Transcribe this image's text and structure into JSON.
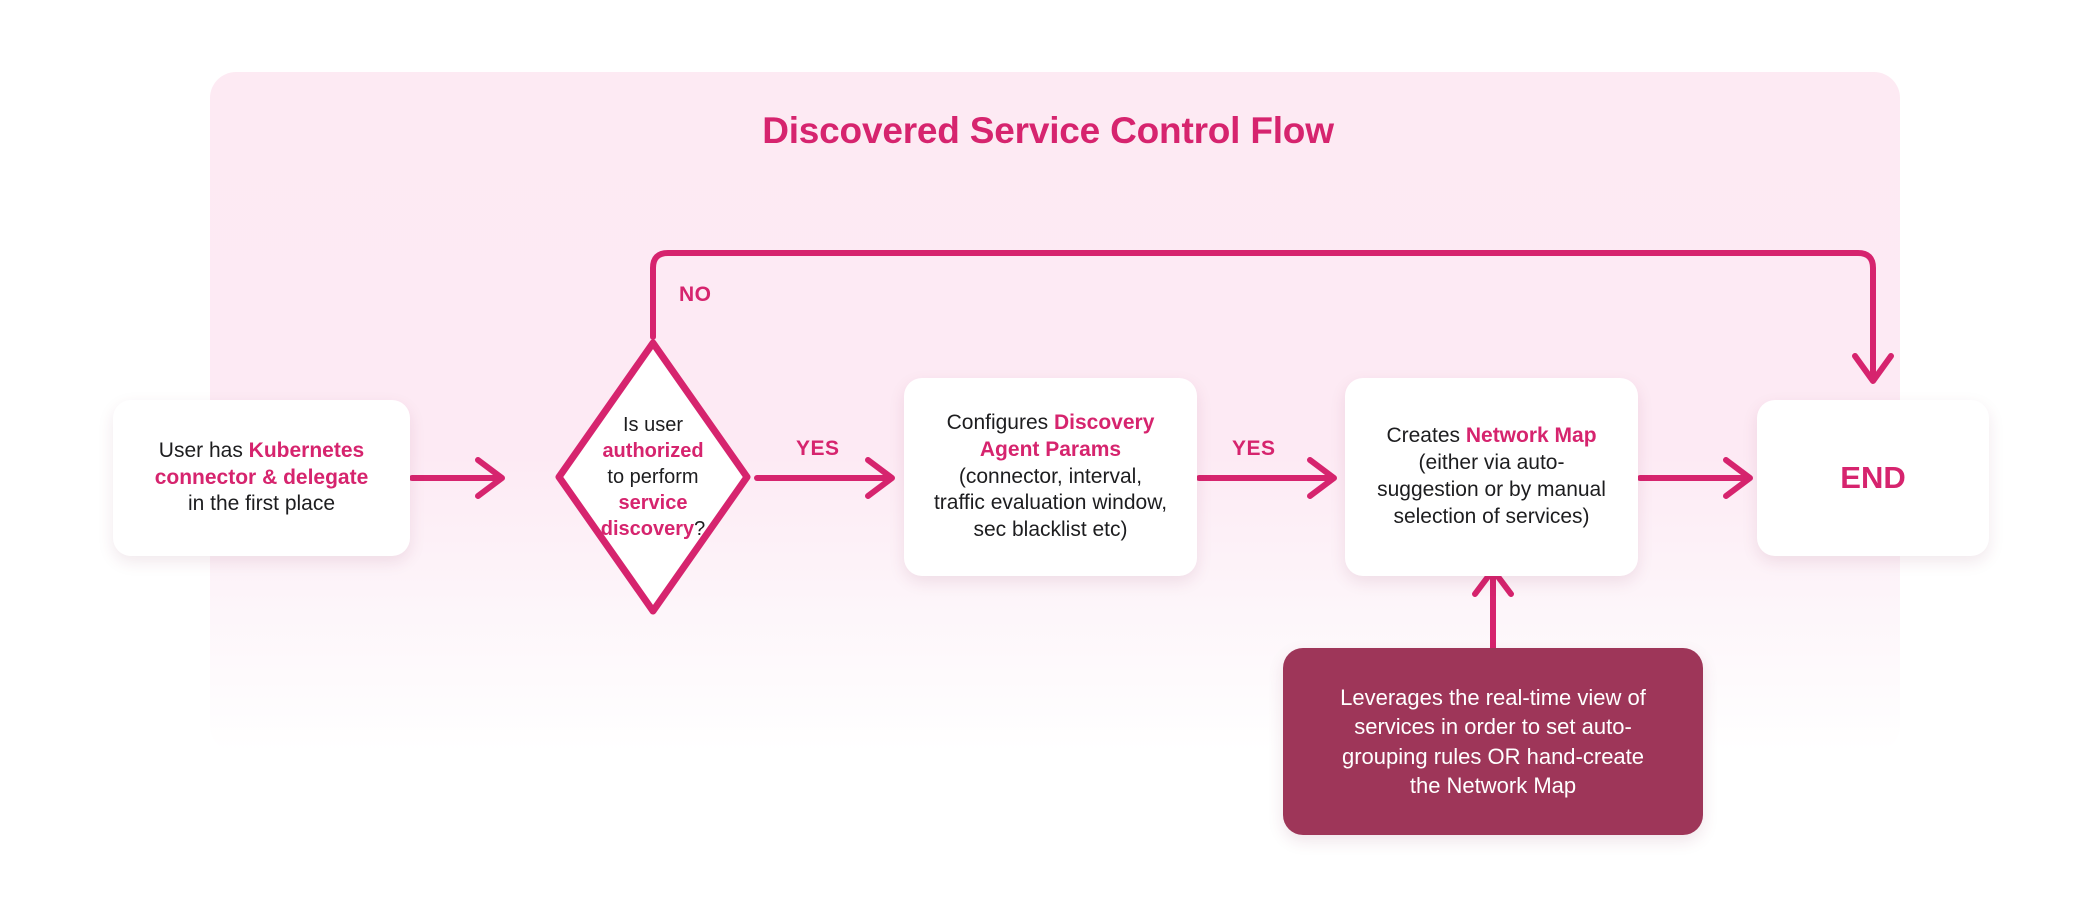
{
  "diagram": {
    "title": "Discovered Service Control Flow",
    "accent_color": "#d6246e",
    "panel_color": "#fdeaf3",
    "note_color": "#9e3659",
    "text_color": "#1d1d1f"
  },
  "nodes": {
    "start": {
      "shape": "rounded-rect",
      "lines": [
        [
          {
            "t": "User has ",
            "hl": false
          },
          {
            "t": "Kubernetes",
            "hl": true
          }
        ],
        [
          {
            "t": "connector & delegate",
            "hl": true
          }
        ],
        [
          {
            "t": "in the first place",
            "hl": false
          }
        ]
      ]
    },
    "decision": {
      "shape": "diamond",
      "lines": [
        [
          {
            "t": "Is user",
            "hl": false
          }
        ],
        [
          {
            "t": "authorized",
            "hl": true
          }
        ],
        [
          {
            "t": "to perform",
            "hl": false
          }
        ],
        [
          {
            "t": "service discovery",
            "hl": true
          },
          {
            "t": "?",
            "hl": false
          }
        ]
      ]
    },
    "config": {
      "shape": "rounded-rect",
      "lines": [
        [
          {
            "t": "Configures ",
            "hl": false
          },
          {
            "t": "Discovery",
            "hl": true
          }
        ],
        [
          {
            "t": "Agent Params",
            "hl": true
          }
        ],
        [
          {
            "t": "(connector, interval,",
            "hl": false
          }
        ],
        [
          {
            "t": "traffic evaluation window,",
            "hl": false
          }
        ],
        [
          {
            "t": "sec blacklist etc)",
            "hl": false
          }
        ]
      ]
    },
    "netmap": {
      "shape": "rounded-rect",
      "lines": [
        [
          {
            "t": "Creates ",
            "hl": false
          },
          {
            "t": "Network Map",
            "hl": true
          }
        ],
        [
          {
            "t": "(either via auto-",
            "hl": false
          }
        ],
        [
          {
            "t": "suggestion or by manual",
            "hl": false
          }
        ],
        [
          {
            "t": "selection of services)",
            "hl": false
          }
        ]
      ]
    },
    "end": {
      "shape": "rounded-rect",
      "label": "END"
    },
    "note": {
      "shape": "rounded-rect-filled",
      "lines": [
        "Leverages the real-time view of",
        "services in order to set auto-",
        "grouping rules OR hand-create",
        "the Network Map"
      ]
    }
  },
  "edges": {
    "start_to_decision": {
      "label": ""
    },
    "decision_no": {
      "label": "NO"
    },
    "decision_yes": {
      "label": "YES"
    },
    "config_to_netmap": {
      "label": "YES"
    },
    "netmap_to_end": {
      "label": ""
    },
    "note_to_netmap": {
      "label": ""
    }
  }
}
